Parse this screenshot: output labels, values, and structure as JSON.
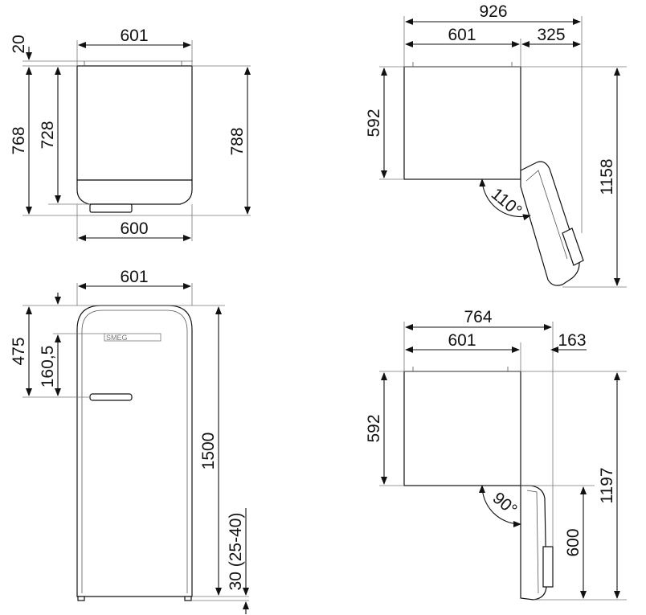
{
  "views": {
    "top_left": {
      "gap_top": "20",
      "width_top": "601",
      "depth_body": "728",
      "depth_total": "768",
      "depth_with_handle": "788",
      "width_bottom": "600"
    },
    "bottom_left": {
      "width": "601",
      "top_to_handle": "475",
      "handle_height": "160,5",
      "height": "1500",
      "feet": "30 (25-40)"
    },
    "top_right": {
      "total_width": "926",
      "body_width": "601",
      "extra_width": "325",
      "body_depth": "592",
      "total_depth": "1158",
      "angle": "110°"
    },
    "bottom_right": {
      "total_width": "764",
      "body_width": "601",
      "extra_width": "163",
      "body_depth": "592",
      "door_depth": "600",
      "total_depth": "1197",
      "angle": "90°"
    }
  },
  "colors": {
    "line": "#111111",
    "extension": "#777777",
    "background": "#ffffff"
  }
}
